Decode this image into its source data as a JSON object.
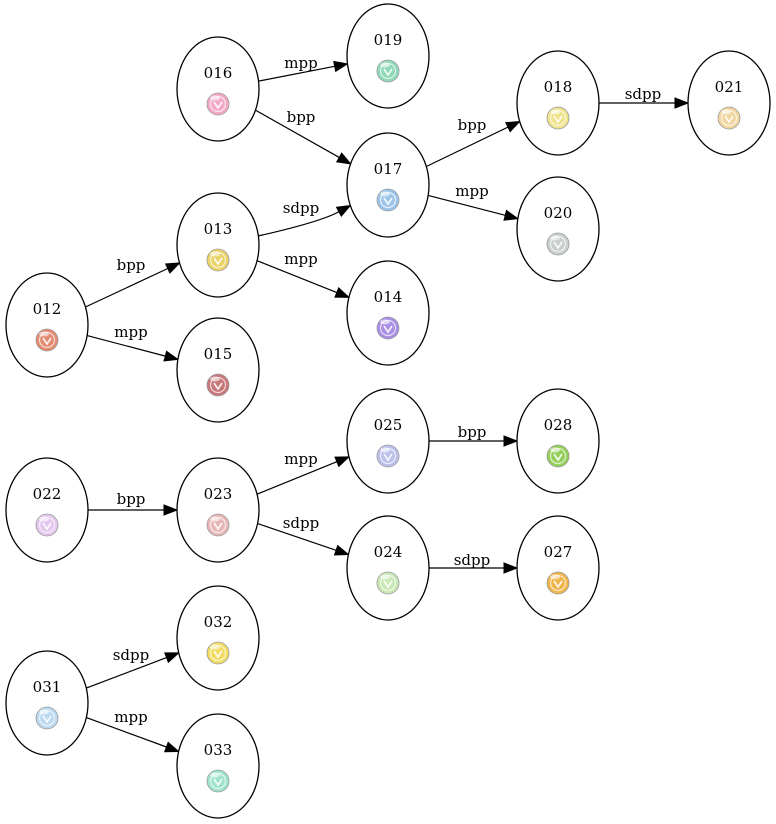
{
  "nodes": [
    {
      "id": "012",
      "label": "012",
      "icon": "chevron-stripes-icon",
      "color": "#e38a72"
    },
    {
      "id": "013",
      "label": "013",
      "icon": "leaf-shield-icon",
      "color": "#e9d36a"
    },
    {
      "id": "014",
      "label": "014",
      "icon": "crystal-icon",
      "color": "#a98ee3"
    },
    {
      "id": "015",
      "label": "015",
      "icon": "heart-chevron-icon",
      "color": "#c8777a"
    },
    {
      "id": "016",
      "label": "016",
      "icon": "flower-icon",
      "color": "#f3a9c5"
    },
    {
      "id": "017",
      "label": "017",
      "icon": "star-sparkle-icon",
      "color": "#9cc5ea"
    },
    {
      "id": "018",
      "label": "018",
      "icon": "ribbon-icon",
      "color": "#eee28d"
    },
    {
      "id": "019",
      "label": "019",
      "icon": "bird-icon",
      "color": "#8ed9b8"
    },
    {
      "id": "020",
      "label": "020",
      "icon": "arrow-star-icon",
      "color": "#c9cfcf"
    },
    {
      "id": "021",
      "label": "021",
      "icon": "dolphin-icon",
      "color": "#f1d6a0"
    },
    {
      "id": "022",
      "label": "022",
      "icon": "paw-icon",
      "color": "#e5c8ef"
    },
    {
      "id": "023",
      "label": "023",
      "icon": "bandage-icon",
      "color": "#e7b7b8"
    },
    {
      "id": "024",
      "label": "024",
      "icon": "clover-icon",
      "color": "#c9e8b6"
    },
    {
      "id": "025",
      "label": "025",
      "icon": "double-chevron-icon",
      "color": "#bcc0ea"
    },
    {
      "id": "027",
      "label": "027",
      "icon": "citrus-icon",
      "color": "#f0b54a"
    },
    {
      "id": "028",
      "label": "028",
      "icon": "kiwi-icon",
      "color": "#93cf5a"
    },
    {
      "id": "031",
      "label": "031",
      "icon": "castle-icon",
      "color": "#bcd9f0"
    },
    {
      "id": "032",
      "label": "032",
      "icon": "house-icon",
      "color": "#f2dc63"
    },
    {
      "id": "033",
      "label": "033",
      "icon": "pause-icon",
      "color": "#9ee3cc"
    }
  ],
  "edges": [
    {
      "from": "012",
      "to": "013",
      "label": "bpp"
    },
    {
      "from": "012",
      "to": "015",
      "label": "mpp"
    },
    {
      "from": "013",
      "to": "017",
      "label": "sdpp"
    },
    {
      "from": "013",
      "to": "014",
      "label": "mpp"
    },
    {
      "from": "016",
      "to": "019",
      "label": "mpp"
    },
    {
      "from": "016",
      "to": "017",
      "label": "bpp"
    },
    {
      "from": "017",
      "to": "018",
      "label": "bpp"
    },
    {
      "from": "017",
      "to": "020",
      "label": "mpp"
    },
    {
      "from": "018",
      "to": "021",
      "label": "sdpp"
    },
    {
      "from": "022",
      "to": "023",
      "label": "bpp"
    },
    {
      "from": "023",
      "to": "025",
      "label": "mpp"
    },
    {
      "from": "023",
      "to": "024",
      "label": "sdpp"
    },
    {
      "from": "025",
      "to": "028",
      "label": "bpp"
    },
    {
      "from": "024",
      "to": "027",
      "label": "sdpp"
    },
    {
      "from": "031",
      "to": "032",
      "label": "sdpp"
    },
    {
      "from": "031",
      "to": "033",
      "label": "mpp"
    }
  ]
}
